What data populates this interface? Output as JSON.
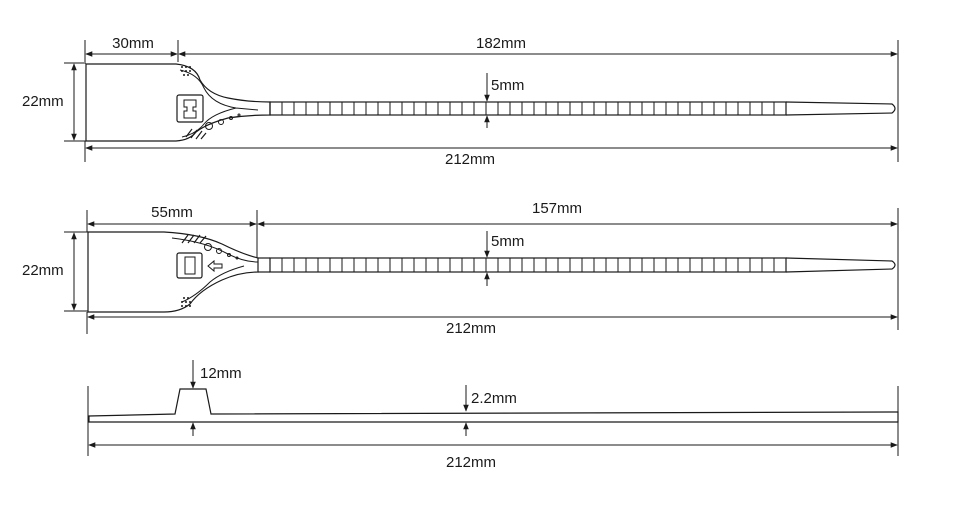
{
  "view1": {
    "head_length": "30mm",
    "tail_length": "182mm",
    "strap_width": "5mm",
    "head_height": "22mm",
    "total_length": "212mm"
  },
  "view2": {
    "head_length": "55mm",
    "tail_length": "157mm",
    "strap_width": "5mm",
    "head_height": "22mm",
    "total_length": "212mm"
  },
  "view3": {
    "head_height": "12mm",
    "strap_thickness": "2.2mm",
    "total_length": "212mm"
  },
  "colors": {
    "line": "#1a1a1a",
    "background": "#ffffff"
  }
}
